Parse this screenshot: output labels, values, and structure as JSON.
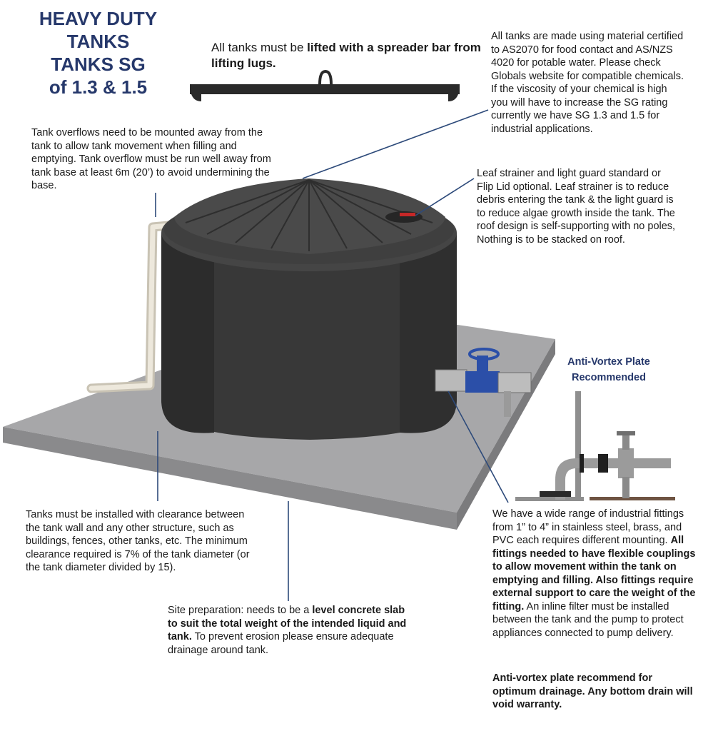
{
  "title": {
    "lines": [
      "HEAVY DUTY",
      "TANKS",
      "TANKS SG",
      "of 1.3 & 1.5"
    ],
    "color": "#26386b"
  },
  "spreader_bar": {
    "text_plain": "All tanks must be ",
    "text_bold": "lifted with a spreader bar from lifting lugs."
  },
  "material_note": "All tanks are made using material certified to AS2070 for food contact and AS/NZS 4020 for potable water. Please check Globals website for compatible chemicals. If the viscosity of your chemical is high you will have to increase the SG rating currently we have SG 1.3 and 1.5 for industrial applications.",
  "overflow_note": "Tank overflows need to be mounted away from the tank to allow tank movement when filling and emptying. Tank overflow must be run well away from tank base at least 6m (20’) to avoid undermining the base.",
  "strainer_note": "Leaf strainer and light guard standard or Flip Lid optional. Leaf strainer is to reduce debris entering the tank & the light guard is to reduce algae growth inside the tank. The roof design is self-supporting with no poles, Nothing is to be stacked on roof.",
  "clearance_note": "Tanks must be installed with clearance between the tank wall and any other structure, such as buildings, fences, other tanks, etc. The minimum clearance required is 7% of the tank diameter (or the tank diameter divided by 15).",
  "site_note": {
    "plain1": "Site preparation: needs to be a ",
    "bold1": "level concrete slab to suit the total weight of the intended liquid and tank.",
    "plain2": " To prevent erosion please ensure adequate drainage around tank."
  },
  "anti_vortex_title": [
    "Anti-Vortex Plate",
    "Recommended"
  ],
  "fittings_note": {
    "plain1": "We have a wide range of industrial fittings from 1” to 4” in stainless steel, brass, and PVC each requires different mounting. ",
    "bold1": "All fittings needed to have flexible couplings to allow movement within the tank on emptying and filling. Also fittings require external support to care the weight of the fitting.",
    "plain2": " An inline filter must be installed between the tank and the pump to protect appliances connected to pump delivery."
  },
  "vortex_note": "Anti-vortex plate recommend for optimum drainage. Any bottom drain will void warranty.",
  "colors": {
    "title": "#26386b",
    "leader_line": "#2d4a7a",
    "tank": "#3a3a3a",
    "slab": "#a6a6a8",
    "valve": "#2b4fa8"
  }
}
